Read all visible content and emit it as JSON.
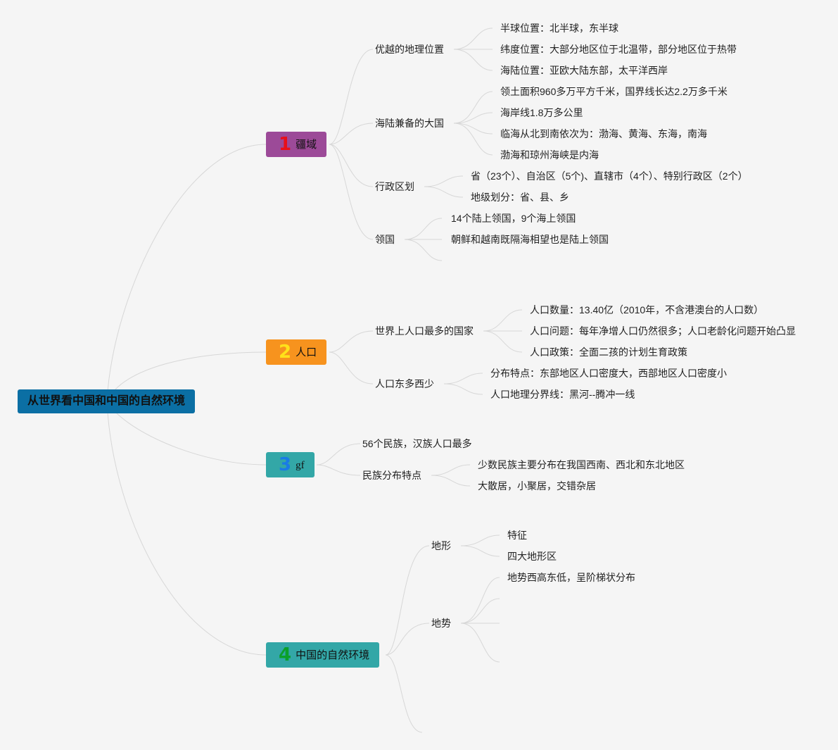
{
  "colors": {
    "root_bg": "#0b6fa4",
    "line": "#d7d7d7",
    "branch1_bg": "#9c4a98",
    "branch1_num": "#e8101a",
    "branch2_bg": "#f7931e",
    "branch2_num": "#ffe11a",
    "branch3_bg": "#33a7a7",
    "branch3_num": "#1a7be6",
    "branch4_bg": "#33a7a7",
    "branch4_num": "#0aa02a"
  },
  "root": {
    "label": "从世界看中国和中国的自然环境"
  },
  "branches": [
    {
      "num": "1",
      "label": "疆域"
    },
    {
      "num": "2",
      "label": "人口"
    },
    {
      "num": "3",
      "label": "gf"
    },
    {
      "num": "4",
      "label": "中国的自然环境"
    }
  ],
  "b1": {
    "c1": {
      "label": "优越的地理位置",
      "items": [
        "半球位置：北半球，东半球",
        "纬度位置：大部分地区位于北温带，部分地区位于热带",
        "海陆位置：亚欧大陆东部，太平洋西岸"
      ]
    },
    "c2": {
      "label": "海陆兼备的大国",
      "items": [
        "领土面积960多万平方千米，国界线长达2.2万多千米",
        "海岸线1.8万多公里",
        "临海从北到南依次为：渤海、黄海、东海，南海",
        "渤海和琼州海峡是内海"
      ]
    },
    "c3": {
      "label": "行政区划",
      "items": [
        "省（23个）、自治区（5个)、直辖市（4个）、特别行政区（2个）",
        "地级划分：省、县、乡"
      ]
    },
    "c4": {
      "label": "领国",
      "items": [
        "14个陆上领国，9个海上领国",
        "朝鲜和越南既隔海相望也是陆上领国"
      ]
    }
  },
  "b2": {
    "c1": {
      "label": "世界上人口最多的国家",
      "items": [
        "人口数量：13.40亿（2010年，不含港澳台的人口数）",
        "人口问题：每年净增人口仍然很多；人口老龄化问题开始凸显",
        "人口政策：全面二孩的计划生育政策"
      ]
    },
    "c2": {
      "label": "人口东多西少",
      "items": [
        "分布特点：东部地区人口密度大，西部地区人口密度小",
        "人口地理分界线：黑河--腾冲一线"
      ]
    }
  },
  "b3": {
    "c1": {
      "label": "56个民族，汉族人口最多"
    },
    "c2": {
      "label": "民族分布特点",
      "items": [
        "少数民族主要分布在我国西南、西北和东北地区",
        "大散居，小聚居，交错杂居"
      ]
    }
  },
  "b4": {
    "c1": {
      "label": "地形",
      "items": [
        "特征",
        "四大地形区"
      ]
    },
    "c2": {
      "label": "地势",
      "items": [
        "地势西高东低，呈阶梯状分布"
      ]
    }
  }
}
